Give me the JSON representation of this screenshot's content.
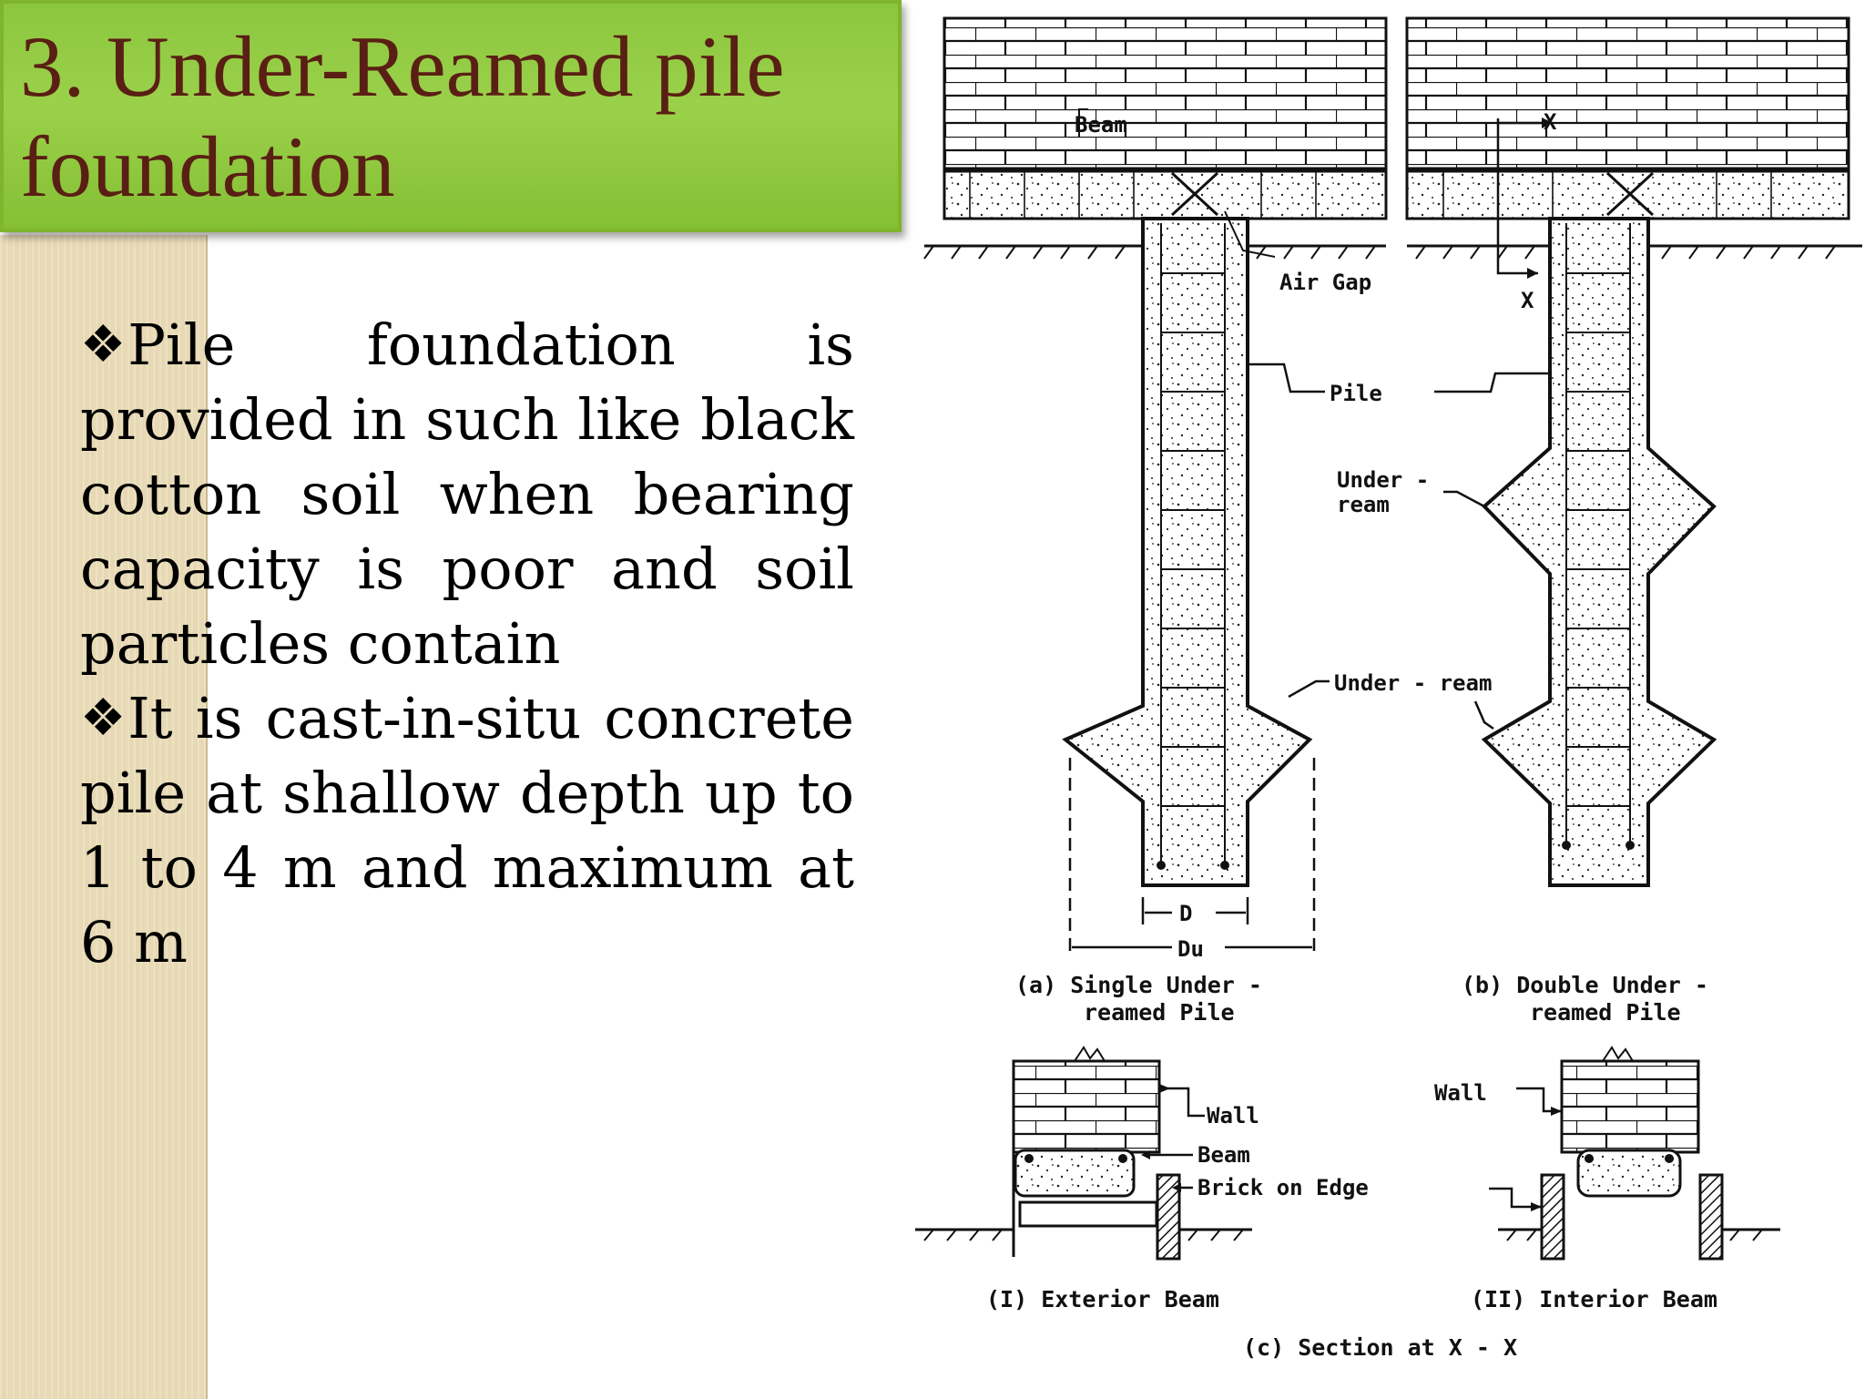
{
  "title": "3. Under-Reamed pile foundation",
  "bullets": [
    {
      "marker": "❖",
      "text": "Pile foundation is provided in such like black cotton soil when bearing capacity is poor and soil particles contain"
    },
    {
      "marker": "❖",
      "text": "It is cast-in-situ concrete pile at shallow depth up to 1 to 4 m and maximum at 6 m"
    }
  ],
  "diagram": {
    "labels": {
      "beam": "Beam",
      "air_gap": "Air Gap",
      "pile": "Pile",
      "under_ream_line1": "Under -",
      "under_ream_line2": "ream",
      "under_ream": "Under - ream",
      "x_top": "X",
      "x_bottom": "X",
      "d": "D",
      "du": "Du",
      "wall_left": "Wall",
      "wall_right": "Wall",
      "beam_section": "Beam",
      "brick_on_edge": "Brick  on  Edge"
    },
    "captions": {
      "a_line1": "(a)  Single  Under -",
      "a_line2": "reamed  Pile",
      "b_line1": "(b)  Double  Under -",
      "b_line2": "reamed  Pile",
      "i": "(I)  Exterior  Beam",
      "ii": "(II)  Interior  Beam",
      "c": "(c)  Section  at  X - X"
    }
  }
}
